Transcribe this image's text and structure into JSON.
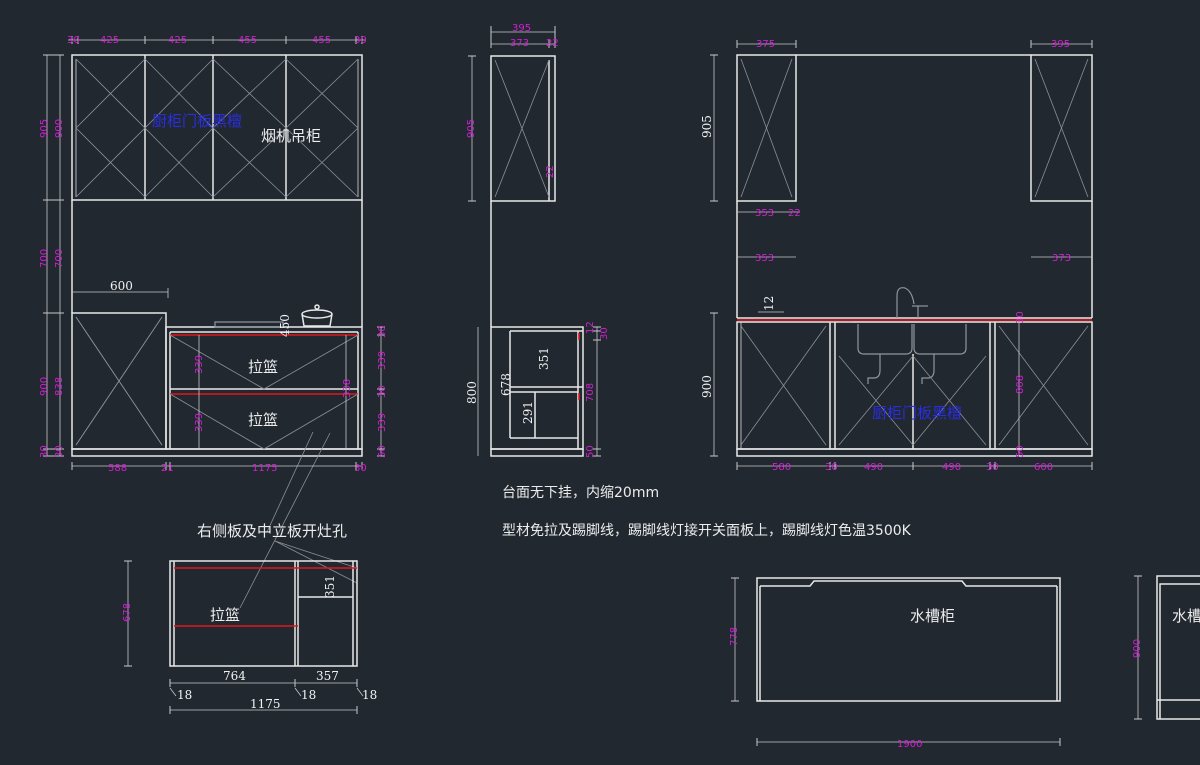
{
  "labels": {
    "door_color_1": "厨柜门板黑檀",
    "hood_cabinet": "烟机吊柜",
    "basket_1": "拉篮",
    "basket_2": "拉篮",
    "basket_plan": "拉篮",
    "side_panel_note": "右侧板及中立板开灶孔",
    "door_color_2": "厨柜门板黑檀",
    "sink_cabinet": "水槽柜",
    "sink_cabinet_cut": "水槽"
  },
  "notes": {
    "line1": "台面无下挂，内缩20mm",
    "line2": "型材免拉及踢脚线，踢脚线灯接开关面板上，踢脚线灯色温3500K"
  },
  "dims": {
    "e1_top": [
      "30",
      "425",
      "425",
      "455",
      "455",
      "30"
    ],
    "e1_left_outer": [
      "905",
      "700",
      "900",
      "30"
    ],
    "e1_left_inner": [
      "900",
      "700",
      "838",
      "30"
    ],
    "e1_600": "600",
    "e1_450": "450",
    "e1_339a": "339",
    "e1_339b": "339",
    "e1_338": "338",
    "e1_right": [
      "30",
      "339",
      "30",
      "339",
      "50"
    ],
    "e1_bottom": [
      "588",
      "21",
      "1175",
      "30"
    ],
    "e2_top": [
      "395",
      "373",
      "22"
    ],
    "e2_left": "905",
    "e2_22": "22",
    "e2_800": "800",
    "e2_678": "678",
    "e2_351": "351",
    "e2_291": "291",
    "e2_right": [
      "12",
      "30",
      "708",
      "50"
    ],
    "e3_top": [
      "375",
      "395"
    ],
    "e3_905": "905",
    "e3_mid": [
      "353",
      "22",
      "353",
      "373"
    ],
    "e3_12": "12",
    "e3_900": "900",
    "e3_right": [
      "30",
      "808",
      "50"
    ],
    "e3_bottom": [
      "580",
      "30",
      "490",
      "490",
      "30",
      "600"
    ],
    "p1_678": "678",
    "p1_351": "351",
    "p1_764": "764",
    "p1_357": "357",
    "p1_18": [
      "18",
      "18",
      "18"
    ],
    "p1_1175": "1175",
    "p2_778": "778",
    "p2_1900": "1900",
    "p3_900": "900"
  },
  "colors": {
    "background": "#212830",
    "lines": "#e8e8e8",
    "dimension_text": "#d21fd2",
    "cut_lines": "#e0161a",
    "blue_label": "#2a2ee0"
  }
}
